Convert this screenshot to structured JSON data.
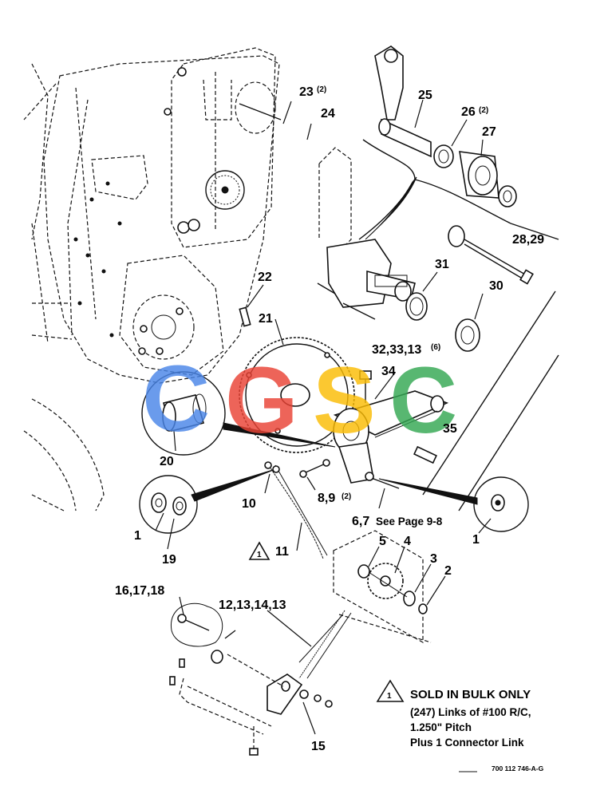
{
  "callouts": {
    "c23": "23",
    "c23q": "(2)",
    "c24": "24",
    "c25": "25",
    "c26": "26",
    "c26q": "(2)",
    "c27": "27",
    "c28": "28,29",
    "c31": "31",
    "c30": "30",
    "c22": "22",
    "c21": "21",
    "c32": "32,33,13",
    "c32q": "(6)",
    "c34": "34",
    "c35": "35",
    "c20": "20",
    "c10": "10",
    "c89": "8,9",
    "c89q": "(2)",
    "c67": "6,7",
    "c67note": "See Page 9-8",
    "c1a": "1",
    "c1b": "1",
    "c19": "19",
    "c11": "11",
    "c5": "5",
    "c4": "4",
    "c3": "3",
    "c2": "2",
    "c16": "16,17,18",
    "c12": "12,13,14,13",
    "c15": "15"
  },
  "note": {
    "symbol": "1",
    "title": "SOLD IN BULK ONLY",
    "line1": "(247) Links of #100 R/C,",
    "line2": "1.250\" Pitch",
    "line3": "Plus 1 Connector Link"
  },
  "drawing_number": "700 112 746-A-G",
  "watermark": {
    "letters": [
      "C",
      "G",
      "S",
      "C"
    ],
    "colors": [
      "#4a86e8",
      "#ea4335",
      "#fbbc05",
      "#34a853"
    ]
  }
}
